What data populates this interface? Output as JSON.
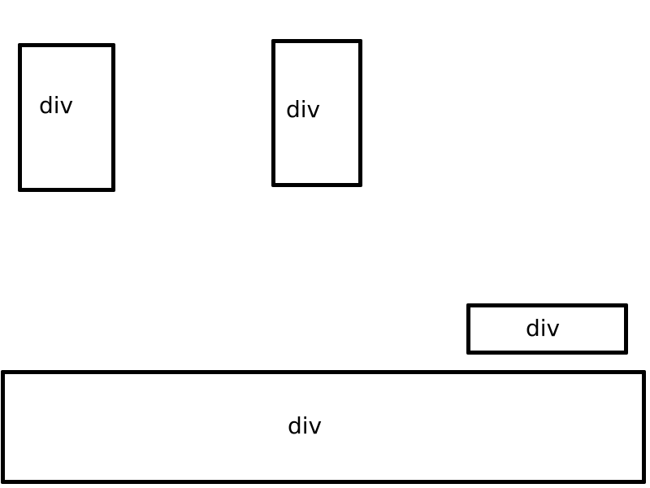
{
  "boxes": [
    {
      "label": "div"
    },
    {
      "label": "div"
    },
    {
      "label": "div"
    },
    {
      "label": "div"
    }
  ]
}
